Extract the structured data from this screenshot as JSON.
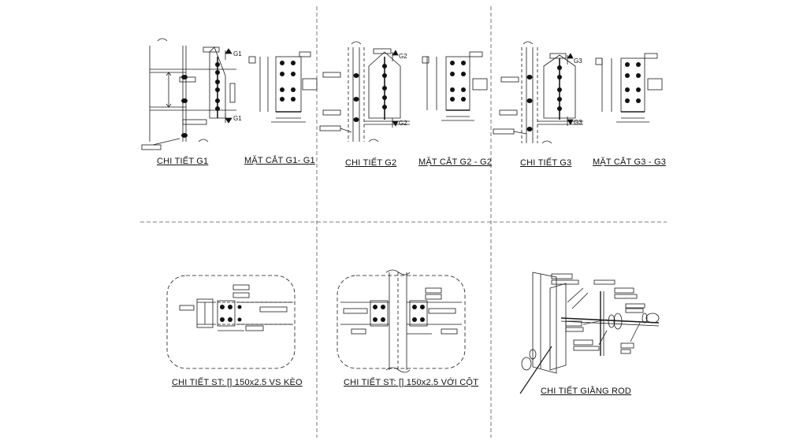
{
  "captions": {
    "g1": "CHI TIẾT G1",
    "g1_section": "MẶT CẮT G1- G1",
    "g2": "CHI TIẾT G2",
    "g2_section": "MẶT CẮT G2 - G2",
    "g3": "CHI TIẾT G3",
    "g3_section": "MẶT CẮT G3 - G3",
    "st_keo": "CHI TIẾT ST: [] 150x2.5 VS KÈO",
    "st_cot": "CHI TIẾT ST: [] 150x2.5 VỚI CỘT",
    "rod": "CHI TIẾT GIẰNG ROD"
  },
  "markers": {
    "g1": "G1",
    "g2": "G2",
    "g3": "G3"
  },
  "colors": {
    "line": "#1a1a1a",
    "dash": "#555555",
    "paper": "#ffffff"
  }
}
